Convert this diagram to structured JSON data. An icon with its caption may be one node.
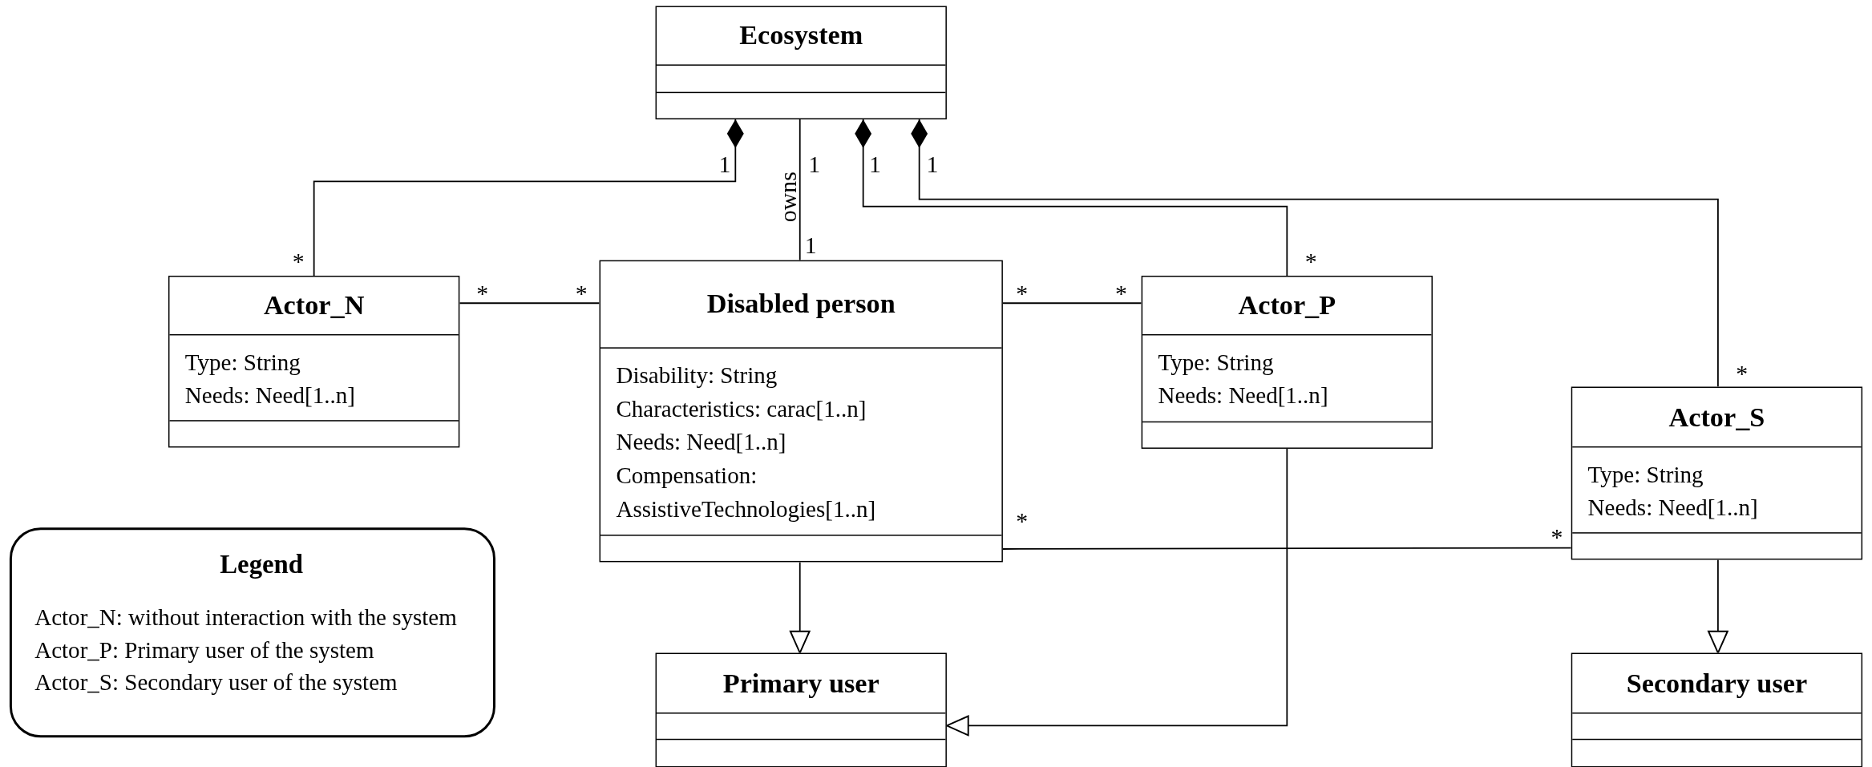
{
  "diagram": {
    "nodes": [
      {
        "text": [
          "Ecosystem"
        ]
      },
      {
        "text": [
          "Actor_N",
          "Type: String",
          "Needs: Need[1..n]"
        ]
      },
      {
        "text": [
          "Disabled person",
          "Disability: String",
          "Characteristics: carac[1..n]",
          "Needs: Need[1..n]",
          "Compensation: AssistiveTechnologies[1..n]"
        ]
      },
      {
        "text": [
          "Actor_P",
          "Type: String",
          "Needs: Need[1..n]"
        ]
      },
      {
        "text": [
          "Actor_S",
          "Type: String",
          "Needs: Need[1..n]"
        ]
      },
      {
        "text": [
          "Legend",
          "Actor_N: without interaction with the system",
          "Actor_P: Primary user of the system",
          "Actor_S: Secondary user of the system"
        ]
      },
      {
        "text": [
          "Primary user"
        ]
      },
      {
        "text": [
          "Secondary user"
        ]
      }
    ],
    "edges": [
      {
        "from": 0,
        "to": 1,
        "arrow": "other"
      },
      {
        "from": 0,
        "to": 2,
        "arrow": "none",
        "label": "owns"
      },
      {
        "from": 0,
        "to": 3,
        "arrow": "other"
      },
      {
        "from": 0,
        "to": 4,
        "arrow": "other"
      },
      {
        "from": 1,
        "to": 2,
        "arrow": "none"
      },
      {
        "from": 2,
        "to": 3,
        "arrow": "none"
      },
      {
        "from": 2,
        "to": 4,
        "arrow": "none"
      },
      {
        "from": 2,
        "to": 6,
        "arrow": "to"
      },
      {
        "from": 3,
        "to": 6,
        "arrow": "to"
      },
      {
        "from": 4,
        "to": 7,
        "arrow": "to"
      }
    ],
    "labels": [
      "1",
      "1",
      "1",
      "1",
      "1",
      "*",
      "*",
      "*",
      "*",
      "*",
      "*",
      "*",
      "*",
      "*"
    ]
  }
}
